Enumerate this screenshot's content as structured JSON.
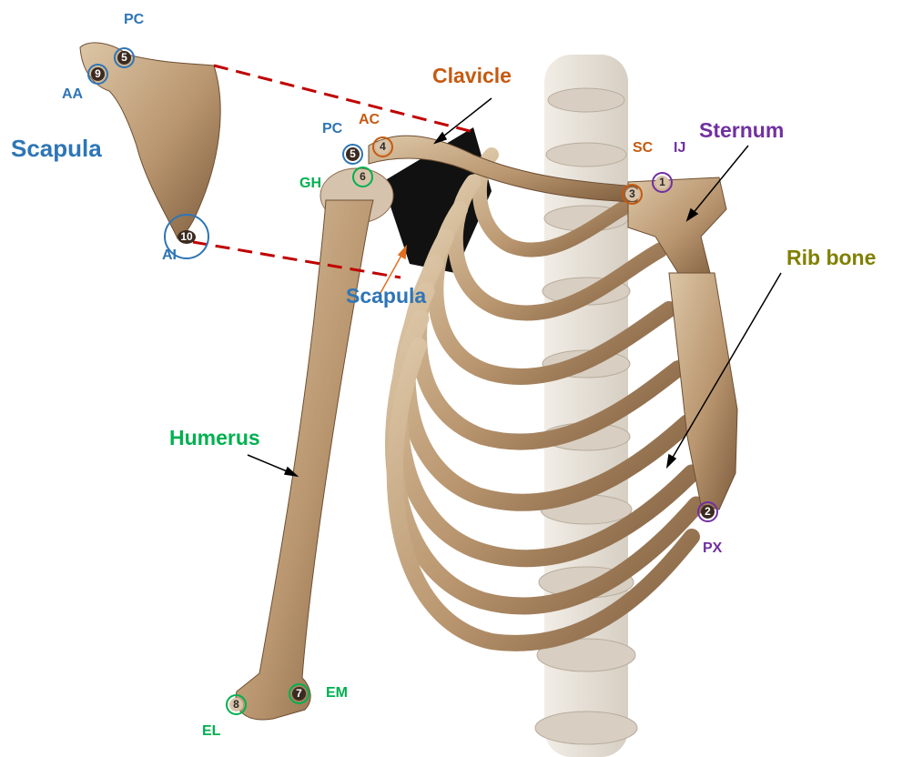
{
  "colors": {
    "blue": "#2e75b6",
    "orange": "#c55a11",
    "purple": "#7030a0",
    "green": "#00b050",
    "olive": "#808000",
    "bone": "#c8ab88",
    "bone_dark": "#8a6a4a",
    "spine": "#e6e0d6",
    "dash": "#c00000"
  },
  "labels": {
    "scapula_inset_title": "Scapula",
    "scapula_main": "Scapula",
    "clavicle": "Clavicle",
    "sternum": "Sternum",
    "rib_bone": "Rib bone",
    "humerus": "Humerus"
  },
  "landmarks": {
    "pc_inset": {
      "abbr": "PC",
      "num": "5"
    },
    "aa": {
      "abbr": "AA",
      "num": "9"
    },
    "ai": {
      "abbr": "AI",
      "num": "10"
    },
    "pc": {
      "abbr": "PC",
      "num": "5"
    },
    "ac": {
      "abbr": "AC",
      "num": "4"
    },
    "gh": {
      "abbr": "GH",
      "num": "6"
    },
    "sc": {
      "abbr": "SC",
      "num": "3"
    },
    "ij": {
      "abbr": "IJ",
      "num": "1"
    },
    "px": {
      "abbr": "PX",
      "num": "2"
    },
    "em": {
      "abbr": "EM",
      "num": "7"
    },
    "el": {
      "abbr": "EL",
      "num": "8"
    }
  }
}
